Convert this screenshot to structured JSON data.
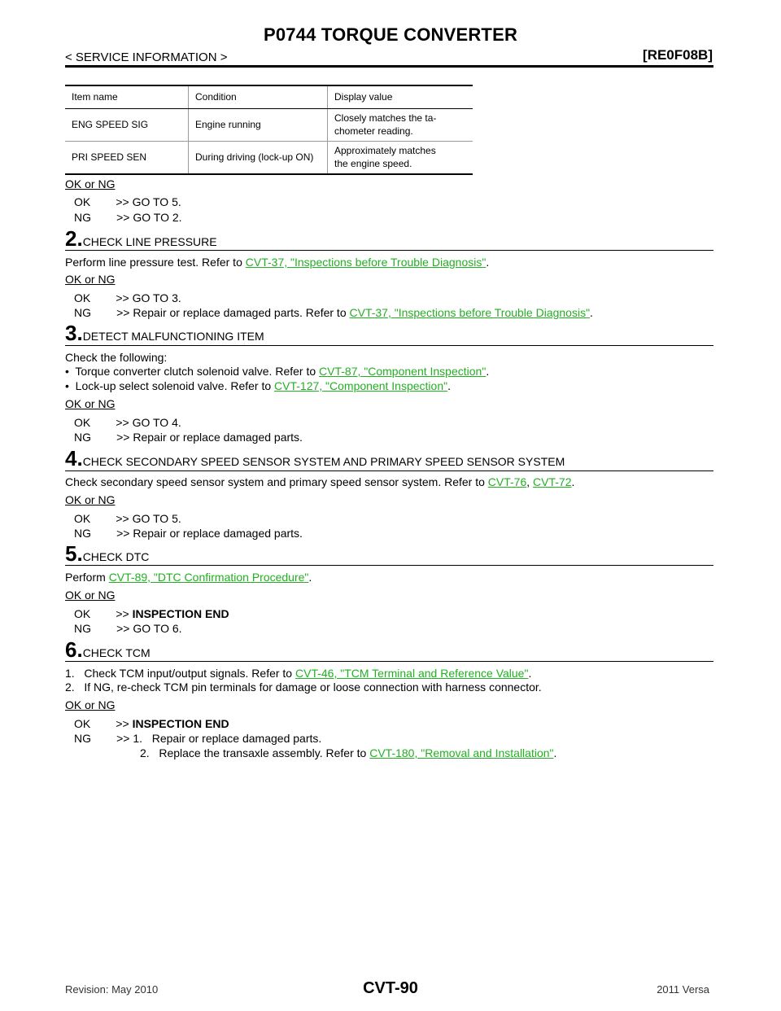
{
  "header": {
    "title": "P0744 TORQUE CONVERTER",
    "section": "< SERVICE INFORMATION >",
    "code": "[RE0F08B]"
  },
  "table": {
    "headers": [
      "Item name",
      "Condition",
      "Display value"
    ],
    "rows": [
      {
        "item": "ENG SPEED SIG",
        "condition": "Engine running",
        "value_l1": "Closely matches the ta-",
        "value_l2": "chometer reading."
      },
      {
        "item": "PRI SPEED SEN",
        "condition": "During driving (lock-up ON)",
        "value_l1": "Approximately matches",
        "value_l2": "the engine speed."
      }
    ]
  },
  "step1_result": {
    "okng": "OK or NG",
    "ok": "OK        >> GO TO 5.",
    "ng": "NG        >> GO TO 2."
  },
  "step2": {
    "num": "2.",
    "title": "CHECK LINE PRESSURE",
    "text": "Perform line pressure test. Refer to ",
    "link": "CVT-37, \"Inspections before Trouble Diagnosis\"",
    "okng": "OK or NG",
    "ok": "OK        >> GO TO 3.",
    "ng_prefix": "NG        >> Repair or replace damaged parts. Refer to ",
    "ng_link": "CVT-37, \"Inspections before Trouble Diagnosis\""
  },
  "step3": {
    "num": "3.",
    "title": "DETECT MALFUNCTIONING ITEM",
    "intro": "Check the following:",
    "bullet1": "•  Torque converter clutch solenoid valve. Refer to ",
    "link1": "CVT-87, \"Component Inspection\"",
    "bullet2": "•  Lock-up select solenoid valve. Refer to ",
    "link2": "CVT-127, \"Component Inspection\"",
    "okng": "OK or NG",
    "ok": "OK        >> GO TO 4.",
    "ng": "NG        >> Repair or replace damaged parts."
  },
  "step4": {
    "num": "4.",
    "title": "CHECK SECONDARY SPEED SENSOR SYSTEM AND PRIMARY SPEED SENSOR SYSTEM",
    "text": "Check secondary speed sensor system and primary speed sensor system. Refer to ",
    "link1": "CVT-76",
    "link2": "CVT-72",
    "okng": "OK or NG",
    "ok": "OK        >> GO TO 5.",
    "ng": "NG        >> Repair or replace damaged parts."
  },
  "step5": {
    "num": "5.",
    "title": "CHECK DTC",
    "text": "Perform ",
    "link": "CVT-89, \"DTC Confirmation Procedure\"",
    "okng": "OK or NG",
    "ok_prefix": "OK        >> ",
    "ok_bold": "INSPECTION END",
    "ng": "NG        >> GO TO 6."
  },
  "step6": {
    "num": "6.",
    "title": "CHECK TCM",
    "item1": "1.   Check TCM input/output signals. Refer to ",
    "link1": "CVT-46, \"TCM Terminal and Reference Value\"",
    "item2": "2.   If NG, re-check TCM pin terminals for damage or loose connection with harness connector.",
    "okng": "OK or NG",
    "ok_prefix": "OK        >> ",
    "ok_bold": "INSPECTION END",
    "ng1": "NG        >> 1.   Repair or replace damaged parts.",
    "ng2": "2.   Replace the transaxle assembly. Refer to ",
    "ng2_link": "CVT-180, \"Removal and Installation\""
  },
  "footer": {
    "revision": "Revision: May 2010",
    "page": "CVT-90",
    "model": "2011 Versa"
  }
}
